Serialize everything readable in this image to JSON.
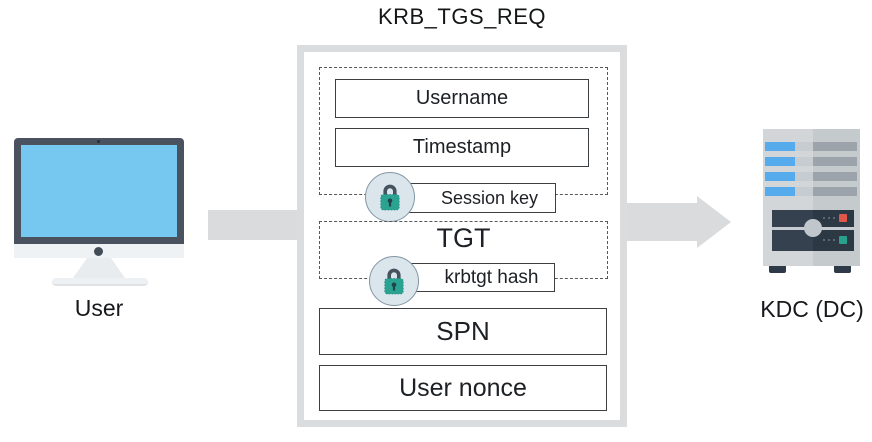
{
  "title": "KRB_TGS_REQ",
  "entities": {
    "user": {
      "label": "User",
      "icon": "desktop-computer-icon"
    },
    "kdc": {
      "label": "KDC (DC)",
      "icon": "server-icon"
    }
  },
  "request": {
    "username": "Username",
    "timestamp": "Timestamp",
    "session_key": "Session key",
    "tgt": "TGT",
    "krbtgt_hash": "krbtgt hash",
    "spn": "SPN",
    "user_nonce": "User nonce"
  },
  "icons": {
    "encryption": "lock-icon",
    "flow_left": "arrow-band-icon",
    "flow_right": "arrow-right-icon"
  },
  "colors": {
    "arrow_gray": "#d9dbdc",
    "outer_border_gray": "#dadcdd",
    "monitor_frame": "#49525e",
    "screen_blue": "#76c8f0",
    "server_body": "#d2d6d9",
    "server_bar_blue": "#55abec",
    "panel_dark": "#36414f",
    "button_red": "#e0564b",
    "button_teal": "#27a18c",
    "lock_teal": "#2ba393",
    "lock_circle_fill": "#dae5ec",
    "text": "#1d2024"
  }
}
